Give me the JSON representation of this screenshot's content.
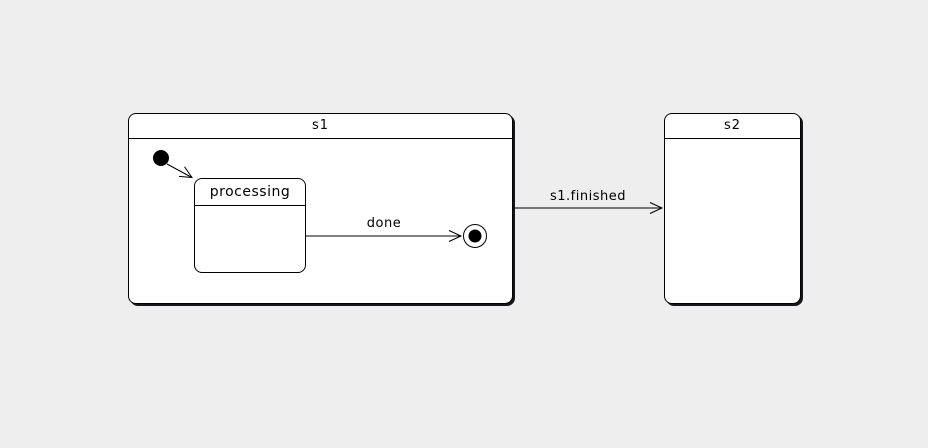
{
  "diagram": {
    "kind": "uml-state-machine",
    "states": {
      "s1": {
        "label": "s1"
      },
      "processing": {
        "label": "processing"
      },
      "s2": {
        "label": "s2"
      }
    },
    "pseudostates": {
      "initial": {
        "name": "initial-state"
      },
      "final": {
        "name": "final-state"
      }
    },
    "transitions": {
      "initial_to_processing": {
        "label": ""
      },
      "processing_to_final": {
        "label": "done"
      },
      "s1_to_s2": {
        "label": "s1.finished"
      }
    },
    "colors": {
      "background": "#eeeeee",
      "state_fill": "#ffffff",
      "stroke": "#000000",
      "shadow": "#15151e"
    }
  }
}
